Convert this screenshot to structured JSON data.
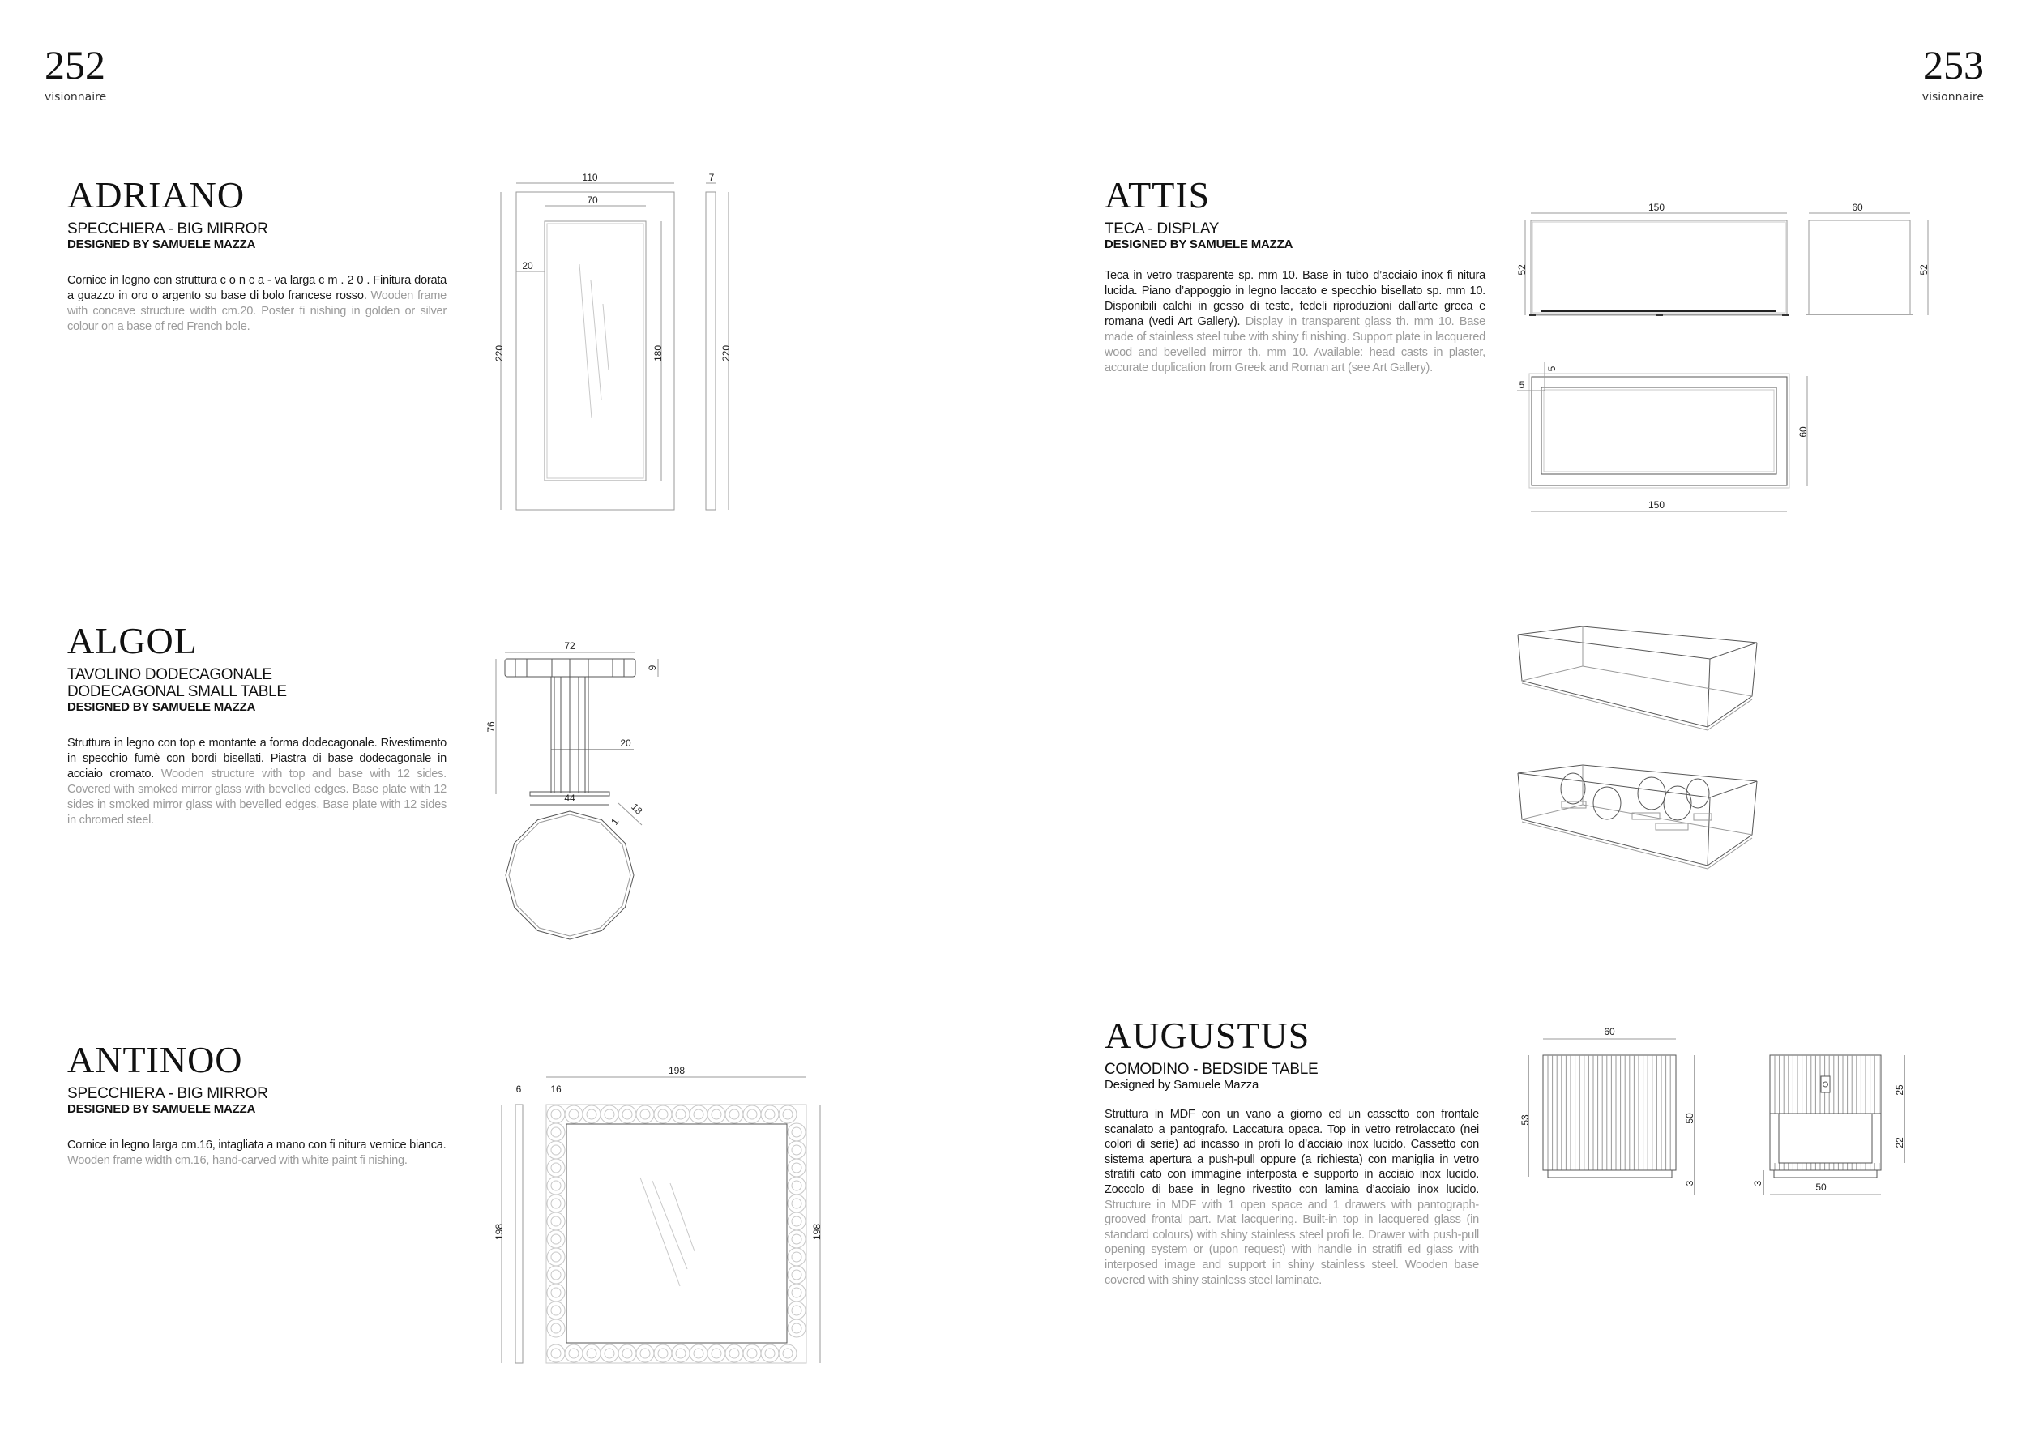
{
  "header": {
    "left_page": "252",
    "right_page": "253",
    "brand": "visionnaire"
  },
  "products": {
    "adriano": {
      "name": "ADRIANO",
      "subtitle": "SPECCHIERA - BIG MIRROR",
      "designer": "DESIGNED BY SAMUELE MAZZA",
      "body_it": "Cornice in legno con struttura c o n c a - va larga c m . 2 0 . Finitura dorata a guazzo in oro o argento su base di bolo francese rosso.",
      "body_en": "Wooden frame with concave structure width cm.20. Poster fi nishing in golden or silver colour on a base of red French bole.",
      "dims": {
        "width": "110",
        "depth": "7",
        "inner_width": "70",
        "frame": "20",
        "height": "220",
        "inner_height": "180",
        "side_height": "220"
      }
    },
    "algol": {
      "name": "ALGOL",
      "subtitle": "TAVOLINO DODECAGONALE",
      "subtitle2": "DODECAGONAL SMALL TABLE",
      "designer": "DESIGNED BY SAMUELE MAZZA",
      "body_it": "Struttura in legno con top e montante a forma dodecagonale. Rivestimento in specchio fumè con bordi bisellati. Piastra di base dodecagonale in acciaio cromato.",
      "body_en": "Wooden structure with top and base with 12 sides. Covered with smoked mirror glass with bevelled edges. Base plate with 12 sides in smoked mirror glass with bevelled edges. Base plate with 12 sides in chromed steel.",
      "dims": {
        "top": "72",
        "top_thickness": "9",
        "height": "76",
        "stem": "20",
        "base": "44",
        "side": "18",
        "edge": "1"
      }
    },
    "antinoo": {
      "name": "ANTINOO",
      "subtitle": "SPECCHIERA - BIG MIRROR",
      "designer": "DESIGNED BY SAMUELE MAZZA",
      "body_it": "Cornice in legno larga cm.16, intagliata a mano con fi nitura vernice bianca.",
      "body_en": "Wooden frame width cm.16, hand-carved with white paint fi nishing.",
      "dims": {
        "width": "198",
        "depth": "6",
        "frame": "16",
        "height": "198",
        "height_right": "198"
      }
    },
    "attis": {
      "name": "ATTIS",
      "subtitle": "TECA - DISPLAY",
      "designer": "DESIGNED BY SAMUELE MAZZA",
      "body_it": "Teca in vetro trasparente sp. mm 10. Base in tubo d’acciaio inox fi nitura lucida. Piano d’appoggio in legno laccato e specchio bisellato sp. mm 10. Disponibili calchi in gesso di teste, fedeli riproduzioni dall’arte greca e romana (vedi Art Gallery).",
      "body_en": "Display in transparent glass th. mm 10. Base made of stainless steel tube with shiny fi nishing. Support plate in lacquered wood and bevelled mirror th. mm 10. Available: head casts in plaster, accurate duplication from Greek and Roman art (see Art Gallery).",
      "dims": {
        "width": "150",
        "depth": "60",
        "height": "52",
        "height_side": "52",
        "border_a": "5",
        "border_b": "5",
        "plan_depth": "60",
        "plan_width": "150"
      }
    },
    "augustus": {
      "name": "AUGUSTUS",
      "subtitle": "COMODINO - BEDSIDE TABLE",
      "designer": "Designed by Samuele Mazza",
      "body_it": "Struttura in MDF con un vano a giorno ed un cassetto con frontale scanalato a pantografo. Laccatura opaca. Top in vetro retrolaccato (nei colori di serie) ad incasso in profi lo d’acciaio inox lucido. Cassetto con sistema apertura a push-pull oppure (a richiesta) con maniglia in vetro stratifi cato con immagine interposta e supporto in acciaio inox lucido. Zoccolo di base in legno rivestito con lamina d’acciaio inox lucido.",
      "body_en": "Structure in MDF with 1 open space and 1 drawers with pantograph-grooved frontal part. Mat lacquering. Built-in top in lacquered glass (in standard colours) with shiny stainless steel profi le. Drawer with push-pull opening system or (upon request) with handle in stratifi ed glass with interposed image and support in shiny stainless steel. Wooden base covered with shiny stainless steel laminate.",
      "dims": {
        "width": "60",
        "height": "53",
        "body_height": "50",
        "base": "3",
        "drawer": "25",
        "open": "22",
        "base_side": "3",
        "side_width": "50"
      }
    }
  }
}
